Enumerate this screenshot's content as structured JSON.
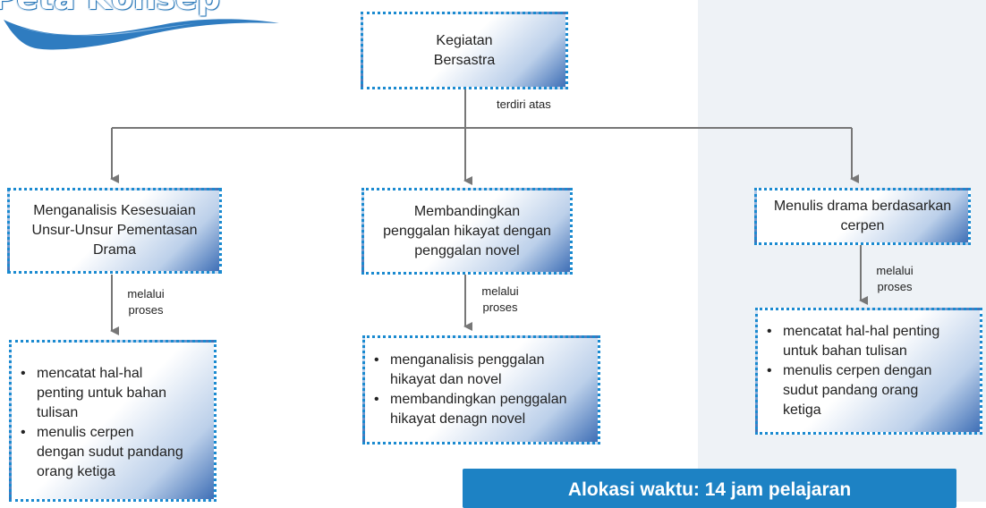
{
  "header": {
    "title": "Peta Konsep"
  },
  "root": {
    "line1": "Kegiatan",
    "line2": "Bersastra"
  },
  "relation_root": "terdiri atas",
  "branches": [
    {
      "title_lines": [
        "Menganalisis Kesesuaian",
        "Unsur-Unsur Pementasan",
        "Drama"
      ],
      "relation_lines": [
        "melalui",
        "proses"
      ],
      "items": [
        [
          "mencatat hal-hal",
          "penting untuk bahan",
          "tulisan"
        ],
        [
          "menulis cerpen",
          "dengan sudut pandang",
          "orang ketiga"
        ]
      ]
    },
    {
      "title_lines": [
        "Membandingkan",
        "penggalan hikayat dengan",
        "penggalan novel"
      ],
      "relation_lines": [
        "melalui",
        "proses"
      ],
      "items": [
        [
          "menganalisis penggalan",
          "hikayat dan novel"
        ],
        [
          "membandingkan penggalan",
          "hikayat denagn novel"
        ]
      ]
    },
    {
      "title_lines": [
        "Menulis drama berdasarkan",
        "cerpen"
      ],
      "relation_lines": [
        "melalui",
        "proses"
      ],
      "items": [
        [
          "mencatat hal-hal penting",
          "untuk bahan tulisan"
        ],
        [
          "menulis cerpen dengan",
          "sudut pandang orang",
          "ketiga"
        ]
      ]
    }
  ],
  "allocation": "Alokasi waktu: 14 jam pelajaran",
  "colors": {
    "accent": "#1d82c4",
    "border": "#1a8ad0",
    "line": "#777777"
  }
}
